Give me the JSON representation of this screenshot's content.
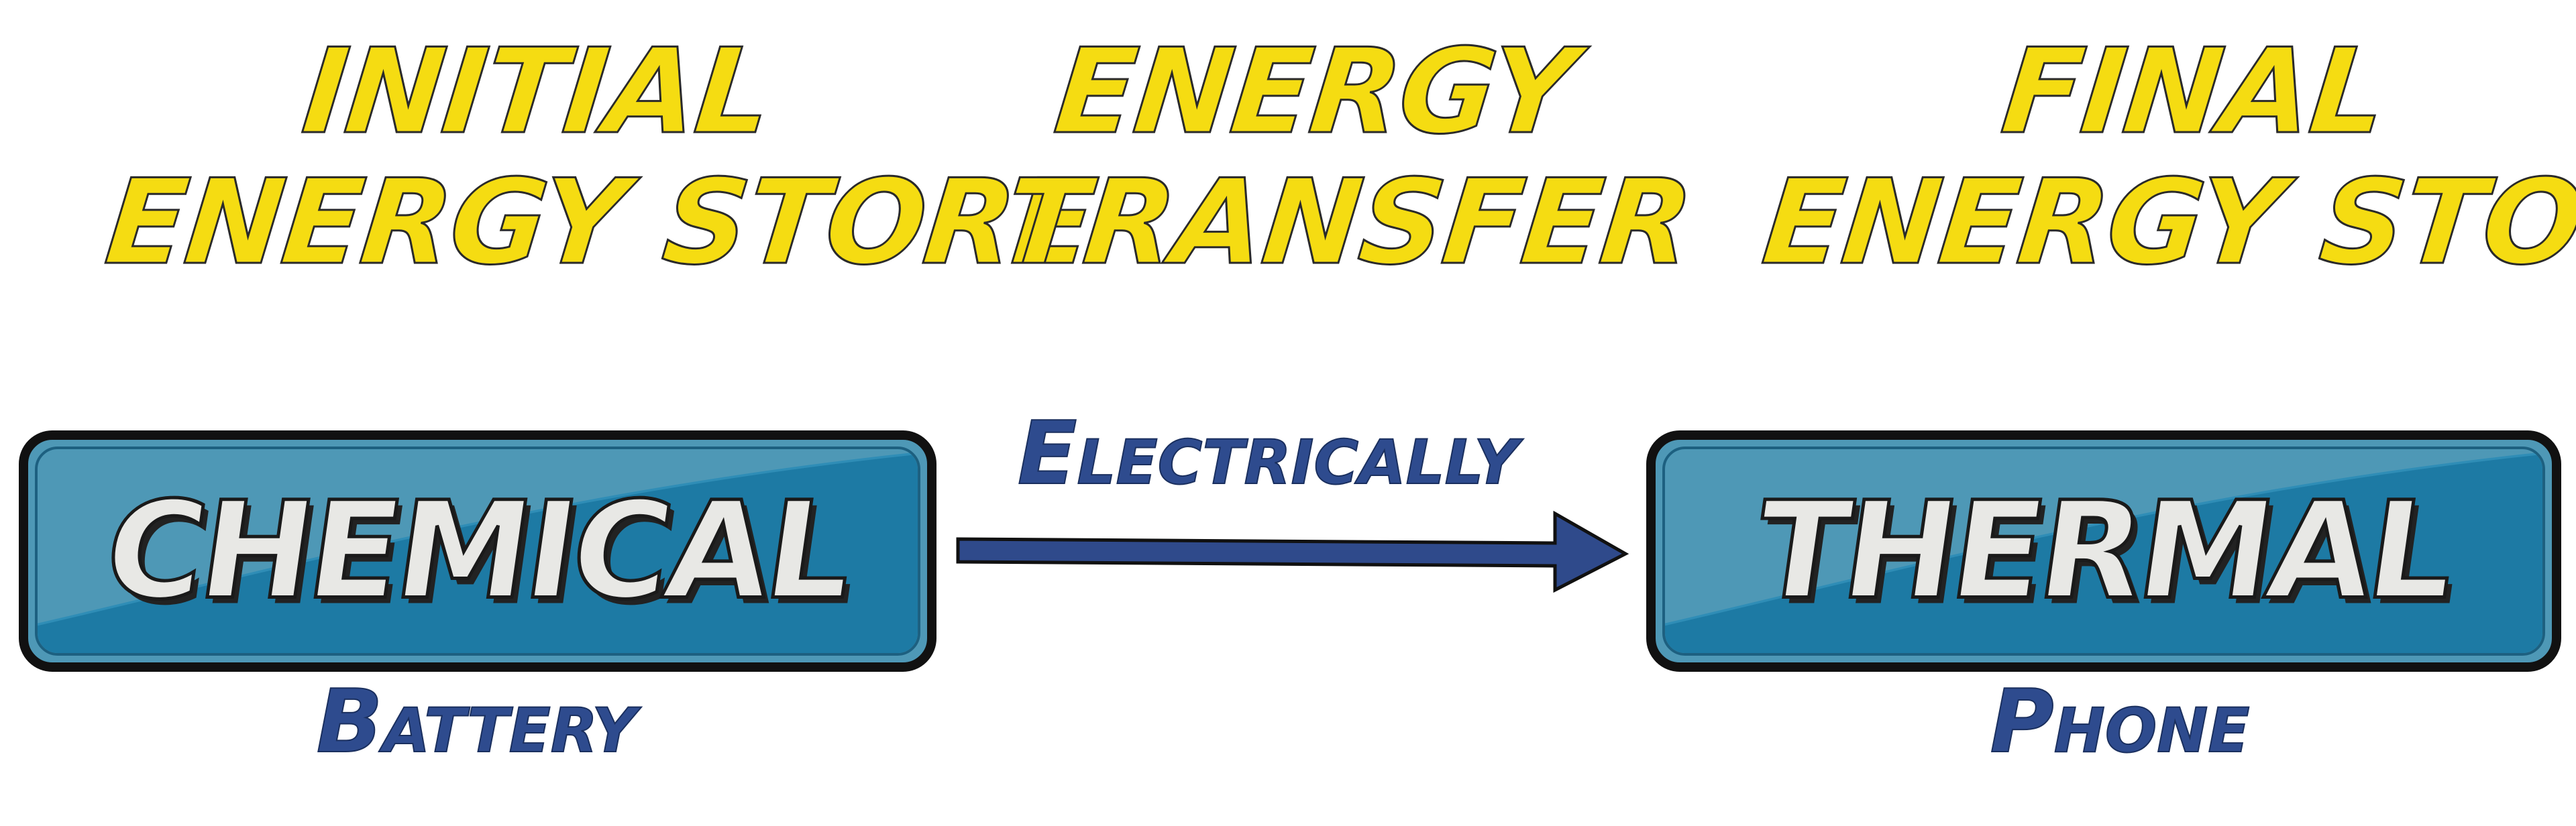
{
  "headings": {
    "initial": [
      "Initial",
      "Energy Store"
    ],
    "transfer": [
      "Energy",
      "Transfer"
    ],
    "final": [
      "Final",
      "Energy Store"
    ]
  },
  "initial_store": {
    "label": "Chemical",
    "object": "Battery"
  },
  "transfer": {
    "method": "Electrically"
  },
  "final_store": {
    "label": "Thermal",
    "object": "Phone"
  },
  "colors": {
    "heading": "#f5dc12",
    "box_fill": "#4e98b6",
    "box_band": "#1d7aa4",
    "box_border": "#111111",
    "label_fill": "#e8e8e5",
    "subtext": "#2e4b8e",
    "arrow": "#2f4a8b"
  },
  "icons": {
    "arrow": "right-arrow"
  }
}
